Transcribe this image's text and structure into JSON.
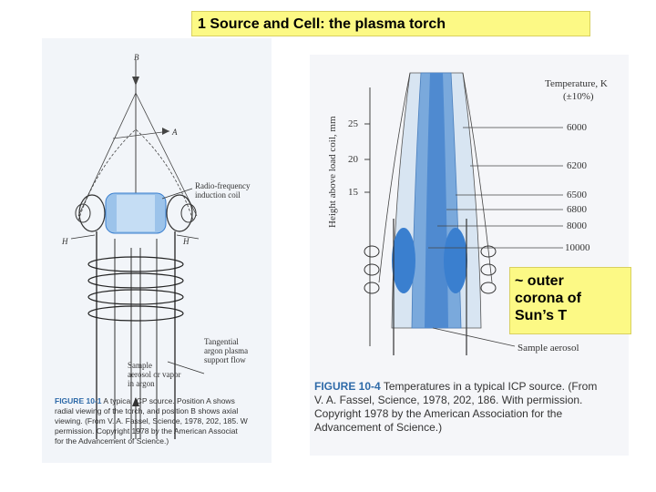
{
  "slide": {
    "title": "1  Source and Cell:  the plasma torch",
    "callout_lines": [
      "~ outer",
      "corona of",
      "Sun’s T"
    ]
  },
  "figure_left": {
    "labels": {
      "b": "B",
      "a": "A",
      "h_left": "H",
      "h_right": "H",
      "rf_coil_1": "Radio-frequency",
      "rf_coil_2": "induction coil",
      "tangential_1": "Tangential",
      "tangential_2": "argon plasma",
      "tangential_3": "support flow",
      "sample_1": "Sample",
      "sample_2": "aerosol or vapor",
      "sample_3": "in argon"
    },
    "caption": {
      "fig_no": "FIGURE 10-1",
      "line1": "A typical ICP source. Position A shows",
      "line2": "radial viewing of the torch, and position B shows axial",
      "line3": "viewing. (From V. A. Fassel, Science, 1978, 202, 185. W",
      "line4": "permission. Copyright 1978 by the American Associat",
      "line5": "for the Advancement of Science.)"
    }
  },
  "figure_right": {
    "axis_label": "Height above load coil, mm",
    "height_ticks": [
      "25",
      "20",
      "15"
    ],
    "temp_header_1": "Temperature, K",
    "temp_header_2": "(±10%)",
    "temperatures": [
      "6000",
      "6200",
      "6500",
      "6800",
      "8000",
      "10000"
    ],
    "sample_label": "Sample aerosol",
    "caption": {
      "fig_no": "FIGURE 10-4",
      "line1": "Temperatures in a typical ICP source. (From",
      "line2": "V. A. Fassel, Science, 1978, 202, 186. With permission.",
      "line3": "Copyright 1978 by the American Association for the",
      "line4": "Advancement of Science.)"
    }
  },
  "colors": {
    "highlight": "#fcf985",
    "plasma_blue": "#3a7fcf",
    "figure_label": "#2e6aa8"
  }
}
